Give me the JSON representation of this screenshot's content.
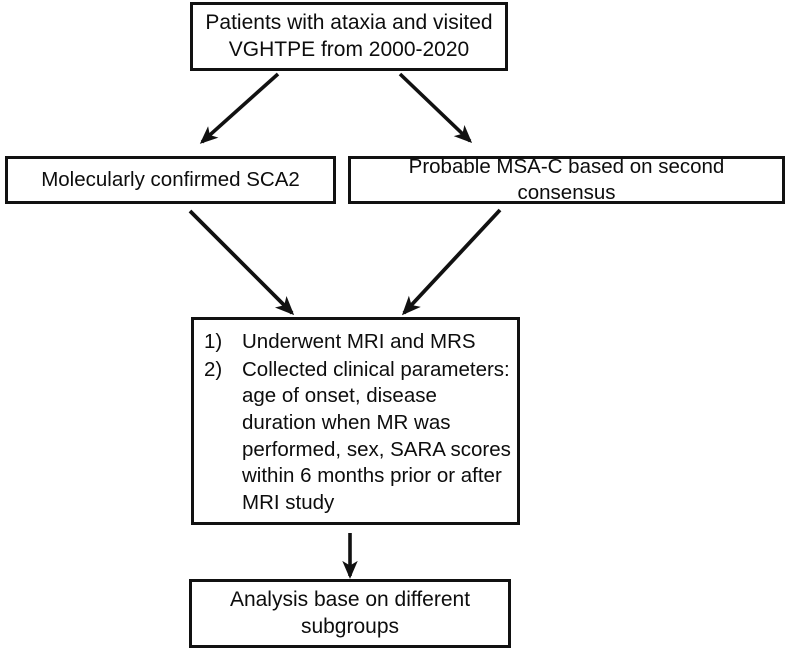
{
  "figure": {
    "type": "flowchart",
    "orientation": "top-to-bottom",
    "background_color": "#ffffff",
    "line_color": "#111111",
    "text_color": "#0d0d0d"
  },
  "nodes": {
    "source": {
      "id": "source",
      "shape": "rectangle",
      "text": "Patients with ataxia and visited\nVGHTPE from 2000-2020",
      "line1": "Patients with ataxia and visited",
      "line2": "VGHTPE from 2000-2020"
    },
    "sca2": {
      "id": "sca2",
      "shape": "rectangle",
      "text": "Molecularly confirmed SCA2"
    },
    "msac": {
      "id": "msac",
      "shape": "rectangle",
      "text": "Probable MSA-C based on second consensus"
    },
    "methods": {
      "id": "methods",
      "shape": "rectangle",
      "items": [
        {
          "marker": "1)",
          "text": "Underwent MRI and MRS"
        },
        {
          "marker": "2)",
          "text": "Collected clinical parameters:\nage of onset, disease\nduration when MR was\nperformed, sex, SARA scores\nwithin 6 months prior or after\nMRI study"
        }
      ]
    },
    "analysis": {
      "id": "analysis",
      "shape": "rectangle",
      "text": "Analysis base on different\nsubgroups",
      "line1": "Analysis base on different",
      "line2": "subgroups"
    }
  },
  "edges": [
    {
      "id": "source-to-sca2",
      "from": "source",
      "to": "sca2",
      "style": "solid",
      "arrowhead": "filled-triangle",
      "direction": "down-left"
    },
    {
      "id": "source-to-msac",
      "from": "source",
      "to": "msac",
      "style": "solid",
      "arrowhead": "filled-triangle",
      "direction": "down-right"
    },
    {
      "id": "sca2-to-methods",
      "from": "sca2",
      "to": "methods",
      "style": "solid",
      "arrowhead": "filled-triangle",
      "direction": "down-right"
    },
    {
      "id": "msac-to-methods",
      "from": "msac",
      "to": "methods",
      "style": "solid",
      "arrowhead": "filled-triangle",
      "direction": "down-left"
    },
    {
      "id": "methods-to-analysis",
      "from": "methods",
      "to": "analysis",
      "style": "solid",
      "arrowhead": "filled-triangle",
      "direction": "down"
    }
  ]
}
